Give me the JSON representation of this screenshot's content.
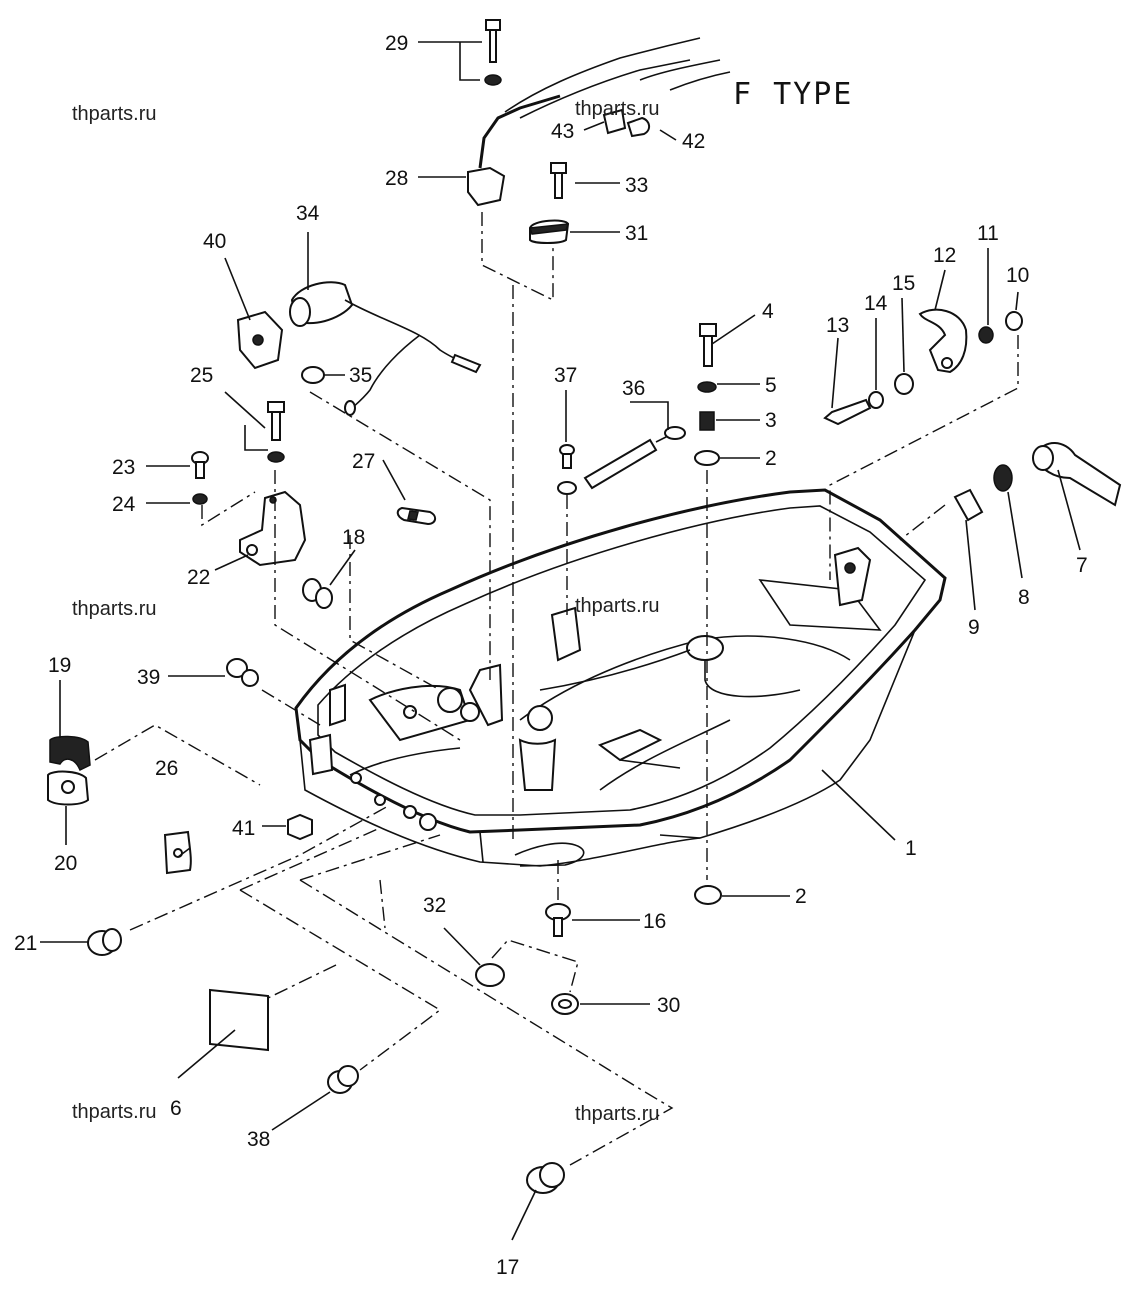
{
  "title": "F TYPE",
  "watermarks": [
    "thparts.ru",
    "thparts.ru",
    "thparts.ru",
    "thparts.ru",
    "thparts.ru",
    "thparts.ru"
  ],
  "parts": {
    "p1": "1",
    "p2a": "2",
    "p2b": "2",
    "p3": "3",
    "p4": "4",
    "p5": "5",
    "p6": "6",
    "p7": "7",
    "p8": "8",
    "p9": "9",
    "p10": "10",
    "p11": "11",
    "p12": "12",
    "p13": "13",
    "p14": "14",
    "p15": "15",
    "p16": "16",
    "p17": "17",
    "p18": "18",
    "p19": "19",
    "p20": "20",
    "p21": "21",
    "p22": "22",
    "p23": "23",
    "p24": "24",
    "p25": "25",
    "p26": "26",
    "p27": "27",
    "p28": "28",
    "p29": "29",
    "p30": "30",
    "p31": "31",
    "p32": "32",
    "p33": "33",
    "p34": "34",
    "p35": "35",
    "p36": "36",
    "p37": "37",
    "p38": "38",
    "p39": "39",
    "p40": "40",
    "p41": "41",
    "p42": "42",
    "p43": "43"
  }
}
